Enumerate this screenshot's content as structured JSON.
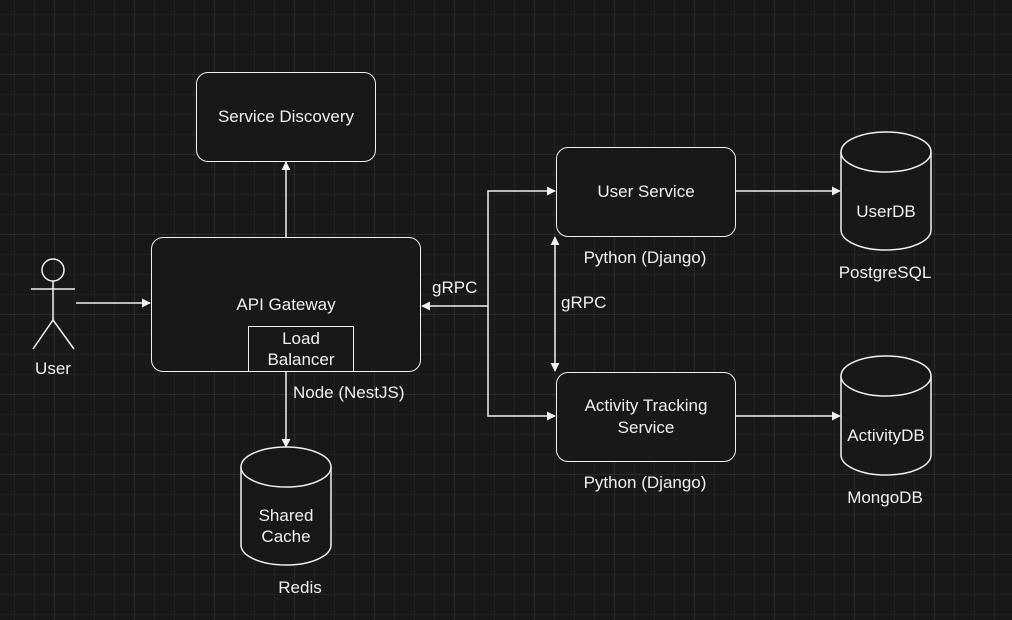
{
  "diagram": {
    "actor": {
      "label": "User"
    },
    "nodes": {
      "service_discovery": {
        "label": "Service Discovery"
      },
      "api_gateway": {
        "label": "API Gateway",
        "inner_label": "Load\nBalancer",
        "tech": "Node (NestJS)"
      },
      "user_service": {
        "label": "User Service",
        "tech": "Python (Django)"
      },
      "activity_service": {
        "label": "Activity Tracking\nService",
        "tech": "Python (Django)"
      },
      "user_db": {
        "label": "UserDB",
        "tech": "PostgreSQL"
      },
      "activity_db": {
        "label": "ActivityDB",
        "tech": "MongoDB"
      },
      "shared_cache": {
        "label": "Shared\nCache",
        "tech": "Redis"
      }
    },
    "edge_labels": {
      "gateway_to_services": "gRPC",
      "service_to_service": "gRPC"
    }
  },
  "colors": {
    "background": "#181818",
    "grid": "#2a2a2a",
    "stroke": "#f0f0f0"
  }
}
